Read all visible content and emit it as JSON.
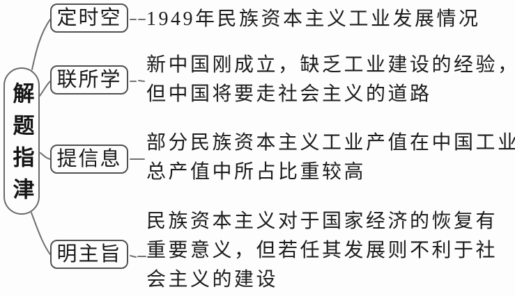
{
  "root": {
    "label": "解题指津"
  },
  "branches": [
    {
      "label": "定时空",
      "lines": [
        "1949年民族资本主义工业发展情况"
      ]
    },
    {
      "label": "联所学",
      "lines": [
        "新中国刚成立，缺乏工业建设的经验，",
        "但中国将要走社会主义的道路"
      ]
    },
    {
      "label": "提信息",
      "lines": [
        "部分民族资本主义工业产值在中国工业",
        "总产值中所占比重较高"
      ]
    },
    {
      "label": "明主旨",
      "lines": [
        "民族资本主义对于国家经济的恢复有",
        "重要意义，但若任其发展则不利于社",
        "会主义的建设"
      ]
    }
  ],
  "colors": {
    "ink": "#1c1c1c",
    "line": "#6e6e6e",
    "border": "#4f4f4f",
    "background": "#fdfdfd"
  }
}
